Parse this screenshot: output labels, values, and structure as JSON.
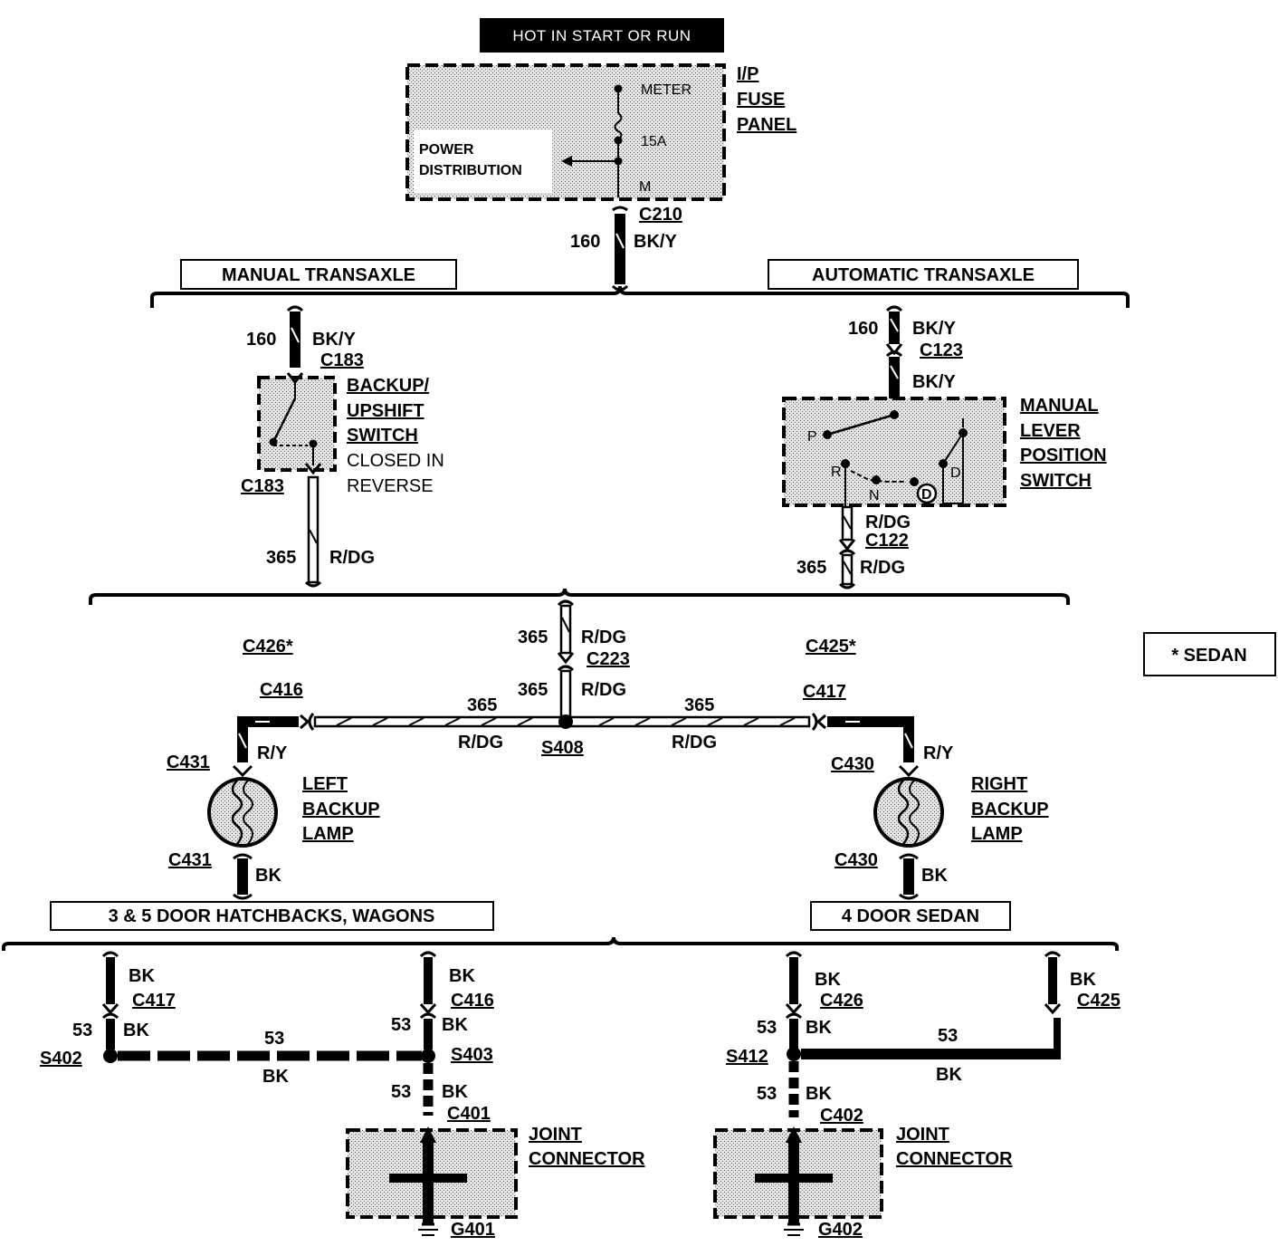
{
  "header": {
    "title": "HOT IN START OR RUN"
  },
  "fuse_panel": {
    "label_lines": [
      "I/P",
      "FUSE",
      "PANEL"
    ],
    "meter": "METER",
    "fuse_rating": "15A",
    "bus": "M",
    "power_distribution_lines": [
      "POWER",
      "DISTRIBUTION"
    ],
    "connector": "C210",
    "circuit": "160",
    "wire_color": "BK/Y"
  },
  "transaxle": {
    "manual": "MANUAL TRANSAXLE",
    "automatic": "AUTOMATIC TRANSAXLE"
  },
  "manual_branch": {
    "circuit": "160",
    "wire_color": "BK/Y",
    "connector_top": "C183",
    "connector_bottom": "C183",
    "switch_lines": [
      "BACKUP/",
      "UPSHIFT",
      "SWITCH",
      "CLOSED IN",
      "REVERSE"
    ],
    "out_circuit": "365",
    "out_color": "R/DG"
  },
  "auto_branch": {
    "circuit": "160",
    "wire_color": "BK/Y",
    "connector": "C123",
    "wire_color_2": "BK/Y",
    "switch_lines": [
      "MANUAL",
      "LEVER",
      "POSITION",
      "SWITCH"
    ],
    "positions": {
      "p": "P",
      "r": "R",
      "n": "N",
      "d": "D",
      "od": "D"
    },
    "out_color_1": "R/DG",
    "connector_out": "C122",
    "out_circuit": "365",
    "out_color_2": "R/DG"
  },
  "center": {
    "circuit_1": "365",
    "color_1": "R/DG",
    "connector": "C223",
    "circuit_2": "365",
    "color_2": "R/DG",
    "splice": "S408",
    "left_circuit": "365",
    "left_color": "R/DG",
    "right_circuit": "365",
    "right_color": "R/DG"
  },
  "left_lamp": {
    "sedan_conn": "C426*",
    "conn": "C416",
    "lamp_conn_top": "C431",
    "wire": "R/Y",
    "label_lines": [
      "LEFT",
      "BACKUP",
      "LAMP"
    ],
    "lamp_conn_bottom": "C431",
    "ground_wire": "BK"
  },
  "right_lamp": {
    "sedan_conn": "C425*",
    "conn": "C417",
    "lamp_conn_top": "C430",
    "wire": "R/Y",
    "label_lines": [
      "RIGHT",
      "BACKUP",
      "LAMP"
    ],
    "lamp_conn_bottom": "C430",
    "ground_wire": "BK"
  },
  "legend": {
    "sedan_note": "* SEDAN"
  },
  "body_styles": {
    "hatch": "3 & 5 DOOR HATCHBACKS, WAGONS",
    "sedan": "4 DOOR SEDAN"
  },
  "ground_left": {
    "w1_color": "BK",
    "w1_conn": "C417",
    "w1_circuit": "53",
    "w1_color2": "BK",
    "splice_left": "S402",
    "mid_circuit": "53",
    "mid_color": "BK",
    "w2_color": "BK",
    "w2_conn": "C416",
    "w2_circuit": "53",
    "w2_color2": "BK",
    "splice_right": "S403",
    "down_circuit": "53",
    "down_color": "BK",
    "down_conn": "C401",
    "joint_lines": [
      "JOINT",
      "CONNECTOR"
    ],
    "ground": "G401"
  },
  "ground_right": {
    "w1_color": "BK",
    "w1_conn": "C426",
    "w1_circuit": "53",
    "w1_color2": "BK",
    "splice": "S412",
    "mid_circuit": "53",
    "mid_color": "BK",
    "w2_color": "BK",
    "w2_conn": "C425",
    "down_circuit": "53",
    "down_color": "BK",
    "down_conn": "C402",
    "joint_lines": [
      "JOINT",
      "CONNECTOR"
    ],
    "ground": "G402"
  }
}
